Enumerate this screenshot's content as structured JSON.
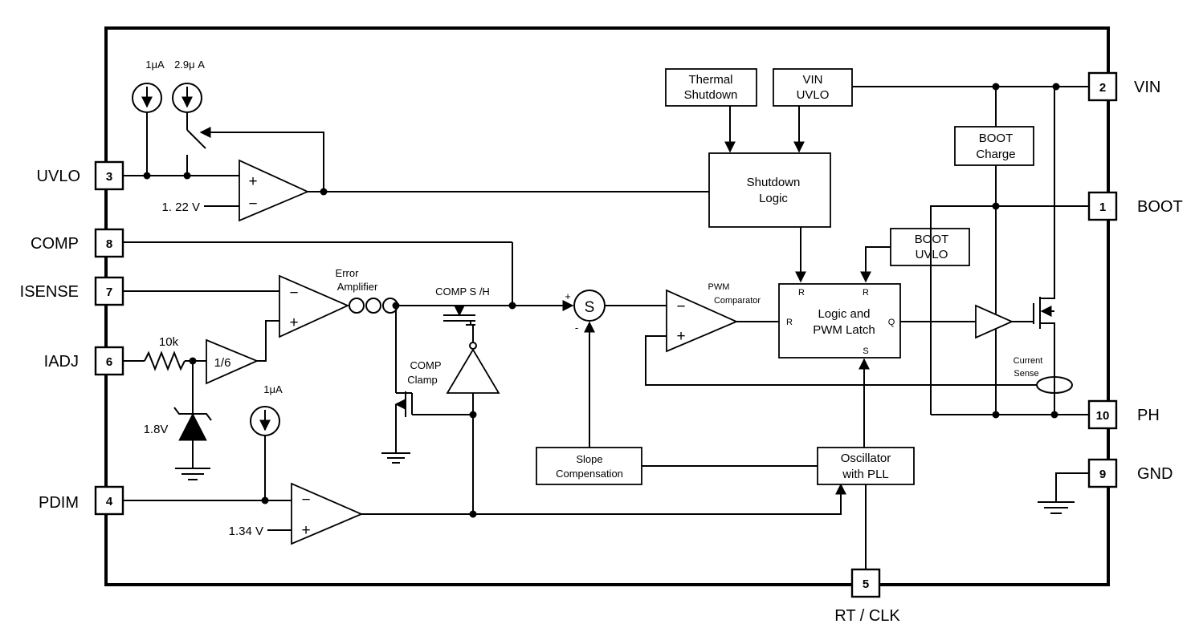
{
  "pins": [
    {
      "id": "uvlo",
      "number": "3",
      "label": "UVLO"
    },
    {
      "id": "comp",
      "number": "8",
      "label": "COMP"
    },
    {
      "id": "isense",
      "number": "7",
      "label": "ISENSE"
    },
    {
      "id": "iadj",
      "number": "6",
      "label": "IADJ"
    },
    {
      "id": "pdim",
      "number": "4",
      "label": "PDIM"
    },
    {
      "id": "vin",
      "number": "2",
      "label": "VIN"
    },
    {
      "id": "boot",
      "number": "1",
      "label": "BOOT"
    },
    {
      "id": "ph",
      "number": "10",
      "label": "PH"
    },
    {
      "id": "gnd",
      "number": "9",
      "label": "GND"
    },
    {
      "id": "rtclk",
      "number": "5",
      "label": "RT / CLK"
    }
  ],
  "blocks": {
    "thermal_shutdown": [
      "Thermal",
      "Shutdown"
    ],
    "vin_uvlo": [
      "VIN",
      "UVLO"
    ],
    "shutdown_logic": [
      "Shutdown",
      "Logic"
    ],
    "boot_charge": [
      "BOOT",
      "Charge"
    ],
    "boot_uvlo": [
      "BOOT",
      "UVLO"
    ],
    "logic_latch": [
      "Logic and",
      "PWM Latch"
    ],
    "slope_comp": [
      "Slope",
      "Compensation"
    ],
    "oscillator": [
      "Oscillator",
      "with PLL"
    ]
  },
  "labels": {
    "src_1ua": "1μA",
    "src_2p9ua": "2.9μ A",
    "ref_1p22": "1. 22 V",
    "ref_1p34": "1.34 V",
    "src_pdim": "1μA",
    "error_amp": [
      "Error",
      "Amplifier"
    ],
    "comp_sh": "COMP S  /H",
    "comp_clamp": [
      "COMP",
      "Clamp"
    ],
    "pwm_comp": [
      "PWM",
      "Comparator"
    ],
    "resistor": "10k",
    "zener": "1.8V",
    "divider": "1/6",
    "summer": "S",
    "current_sense": [
      "Current",
      "Sense"
    ],
    "latch_r_top1": "R",
    "latch_r_top2": "R",
    "latch_r_left": "R",
    "latch_q": "Q",
    "latch_s": "S",
    "plus": "+",
    "minus": "−",
    "sum_plus": "+",
    "sum_minus": "-"
  }
}
